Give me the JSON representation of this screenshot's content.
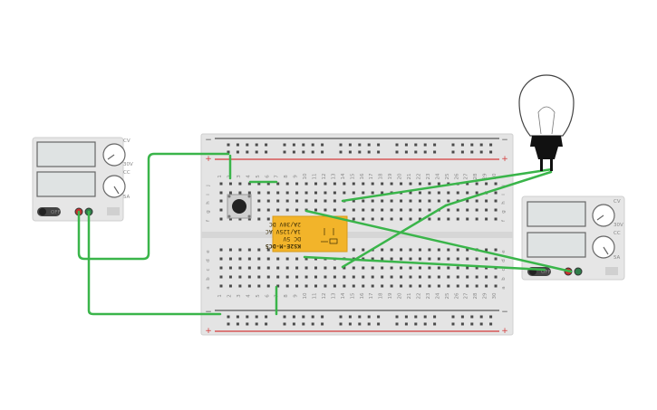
{
  "colors": {
    "wire": "#3ab54a",
    "rail_red": "#d33b3b",
    "rail_dark": "#555555",
    "relay_body": "#f2b42a",
    "breadboard": "#e4e4e4",
    "supply_body": "#e6e6e6"
  },
  "breadboard": {
    "row_letters_top": [
      "j",
      "i",
      "h",
      "g",
      "f"
    ],
    "row_letters_bottom": [
      "e",
      "d",
      "c",
      "b",
      "a"
    ],
    "column_numbers": [
      "1",
      "2",
      "3",
      "4",
      "5",
      "6",
      "7",
      "8",
      "9",
      "10",
      "11",
      "12",
      "13",
      "14",
      "15",
      "16",
      "17",
      "18",
      "19",
      "20",
      "21",
      "22",
      "23",
      "24",
      "25",
      "26",
      "27",
      "28",
      "29",
      "30"
    ],
    "rail_minus": "−",
    "rail_plus": "+"
  },
  "relay": {
    "part": "KS2E-M-DC5",
    "lines": [
      "DC 5V",
      "1A/125V AC",
      "2A/30V DC"
    ]
  },
  "supply_left": {
    "icon": "power-supply-icon",
    "knob1_label": "CV",
    "knob2_label": "CC",
    "range1": "30V",
    "range2": "5A",
    "switch_label": "OFF"
  },
  "supply_right": {
    "icon": "power-supply-icon",
    "knob1_label": "CV",
    "knob2_label": "CC",
    "range1": "30V",
    "range2": "5A",
    "switch_label": "OFF"
  },
  "bulb": {
    "icon": "light-bulb-icon"
  },
  "button": {
    "icon": "pushbutton-icon"
  }
}
